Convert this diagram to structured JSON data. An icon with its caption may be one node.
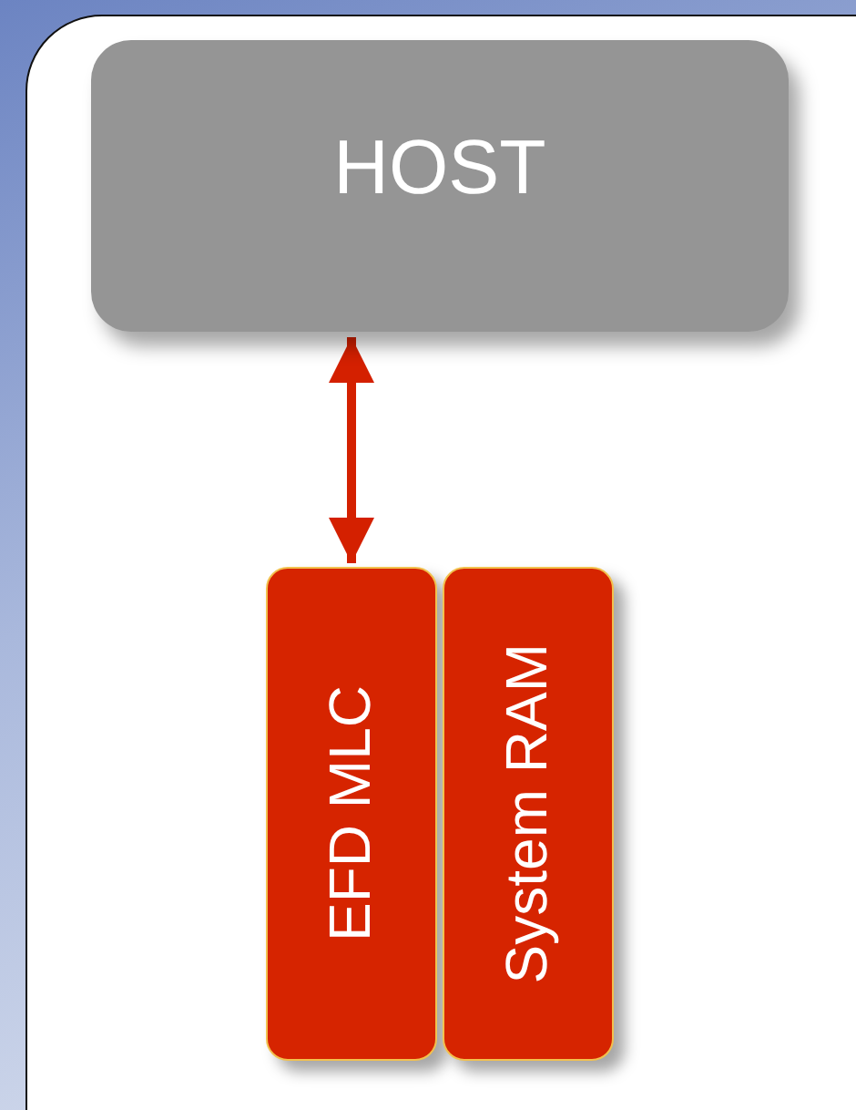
{
  "diagram": {
    "nodes": [
      {
        "text": [
          "HOST"
        ]
      },
      {
        "text": [
          "EFD MLC"
        ]
      },
      {
        "text": [
          "System RAM"
        ]
      }
    ],
    "edges": [
      {
        "from": 0,
        "to": 1,
        "arrow": "both"
      }
    ]
  }
}
